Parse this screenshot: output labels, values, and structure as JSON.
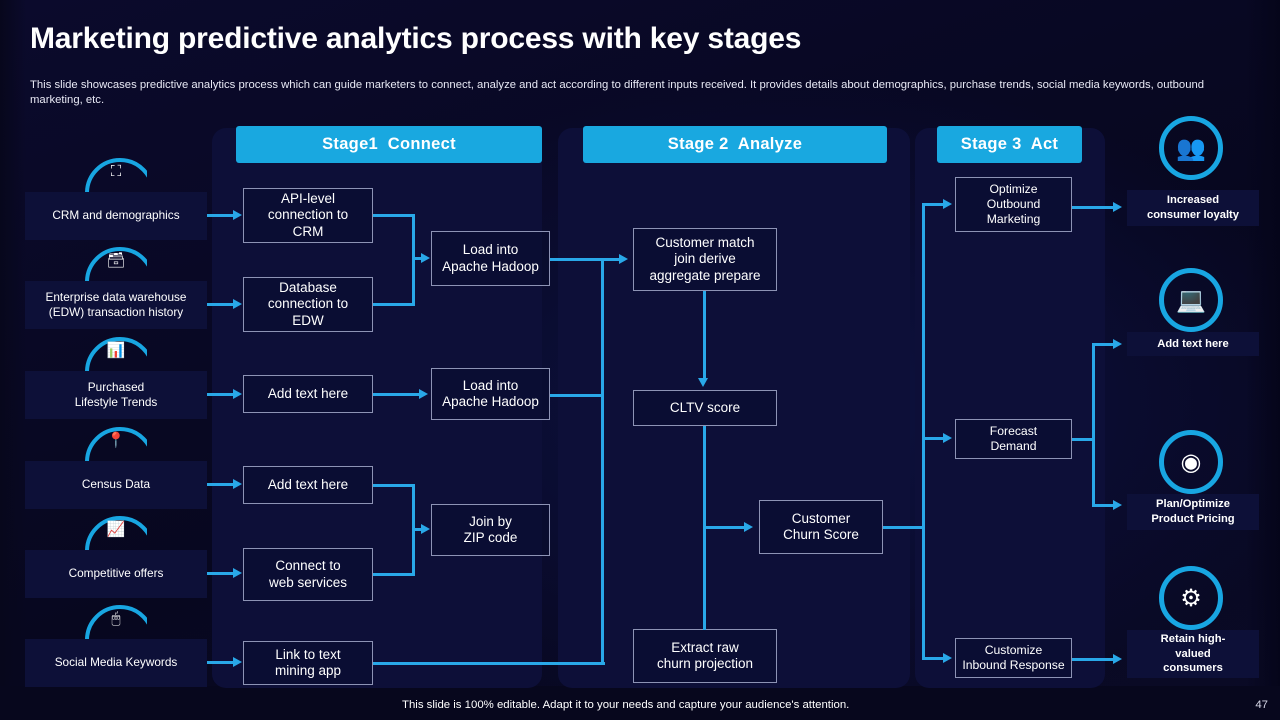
{
  "header": {
    "title": "Marketing predictive analytics process with key stages",
    "subtitle": "This slide showcases predictive analytics process which can guide marketers to connect, analyze and act according to different inputs received. It provides details about demographics, purchase trends, social media keywords, outbound marketing, etc."
  },
  "colors": {
    "background": "#0a0a2a",
    "panel": "#0d0f38",
    "accent": "#19a8e0",
    "connector": "#29a8e8",
    "box_border": "#8d93b5",
    "text": "#ffffff"
  },
  "stages": [
    {
      "label": "Stage1  Connect"
    },
    {
      "label": "Stage 2  Analyze"
    },
    {
      "label": "Stage 3  Act"
    }
  ],
  "sources": [
    {
      "label": "CRM and demographics",
      "icon": "crm-people-icon"
    },
    {
      "label": "Enterprise data warehouse\n(EDW) transaction history",
      "icon": "database-stack-icon"
    },
    {
      "label": "Purchased\nLifestyle Trends",
      "icon": "shopping-trend-icon"
    },
    {
      "label": "Census Data",
      "icon": "location-pin-icon"
    },
    {
      "label": "Competitive offers",
      "icon": "hand-chart-icon"
    },
    {
      "label": "Social Media Keywords",
      "icon": "keyword-click-icon"
    }
  ],
  "stage1_boxes": [
    {
      "label": "API-level\nconnection to\nCRM"
    },
    {
      "label": "Database\nconnection to\nEDW"
    },
    {
      "label": "Add text here"
    },
    {
      "label": "Add text here"
    },
    {
      "label": "Connect to\nweb services"
    },
    {
      "label": "Link to text\nmining app"
    }
  ],
  "stage1_outputs": [
    {
      "label": "Load into\nApache Hadoop"
    },
    {
      "label": "Load into\nApache Hadoop"
    },
    {
      "label": "Join by\nZIP code"
    }
  ],
  "stage2_boxes": [
    {
      "label": "Customer match\njoin derive\naggregate prepare"
    },
    {
      "label": "CLTV score"
    },
    {
      "label": "Customer\nChurn Score"
    },
    {
      "label": "Extract raw\nchurn projection"
    }
  ],
  "stage3_boxes": [
    {
      "label": "Optimize\nOutbound\nMarketing"
    },
    {
      "label": "Forecast\nDemand"
    },
    {
      "label": "Customize\nInbound Response"
    }
  ],
  "outcomes": [
    {
      "label": "Increased\nconsumer loyalty",
      "icon": "hand-customer-icon"
    },
    {
      "label": "Add text here",
      "icon": "monitor-growth-icon"
    },
    {
      "label": "Plan/Optimize\nProduct Pricing",
      "icon": "pricing-target-icon"
    },
    {
      "label": "Retain high-\nvalued\nconsumers",
      "icon": "hand-gear-user-icon"
    }
  ],
  "footer": {
    "note": "This slide is 100% editable. Adapt it to your needs and capture your audience's attention.",
    "page_number": "47"
  }
}
